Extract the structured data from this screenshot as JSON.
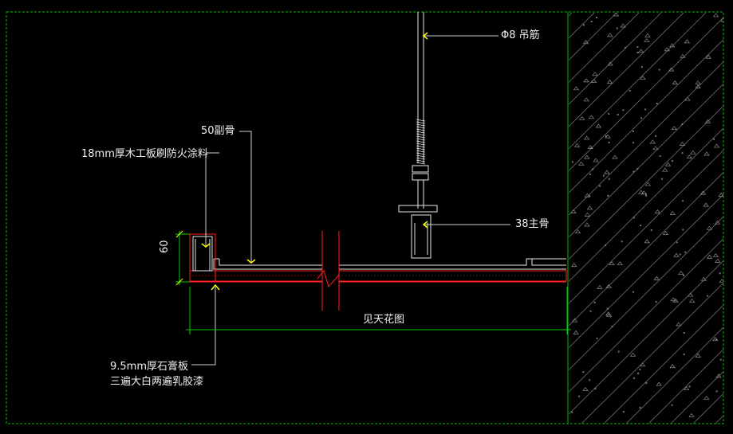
{
  "labels": {
    "rebar": "Φ8 吊筋",
    "secondary_keel": "50副骨",
    "plywood": "18mm厚木工板刷防火涂料",
    "main_keel": "38主骨",
    "dimension_60": "60",
    "see_ceiling": "见天花图",
    "gypsum_line1": "9.5mm厚石膏板",
    "gypsum_line2": "三遍大白两遍乳胶漆"
  },
  "colors": {
    "background": "#000000",
    "border": "#00c000",
    "steel": "#e8e8e8",
    "board_red": "#ff2020",
    "leader": "#d0d0d0",
    "arrow": "#ffff00",
    "dim": "#00d000",
    "hatch": "#808080"
  }
}
